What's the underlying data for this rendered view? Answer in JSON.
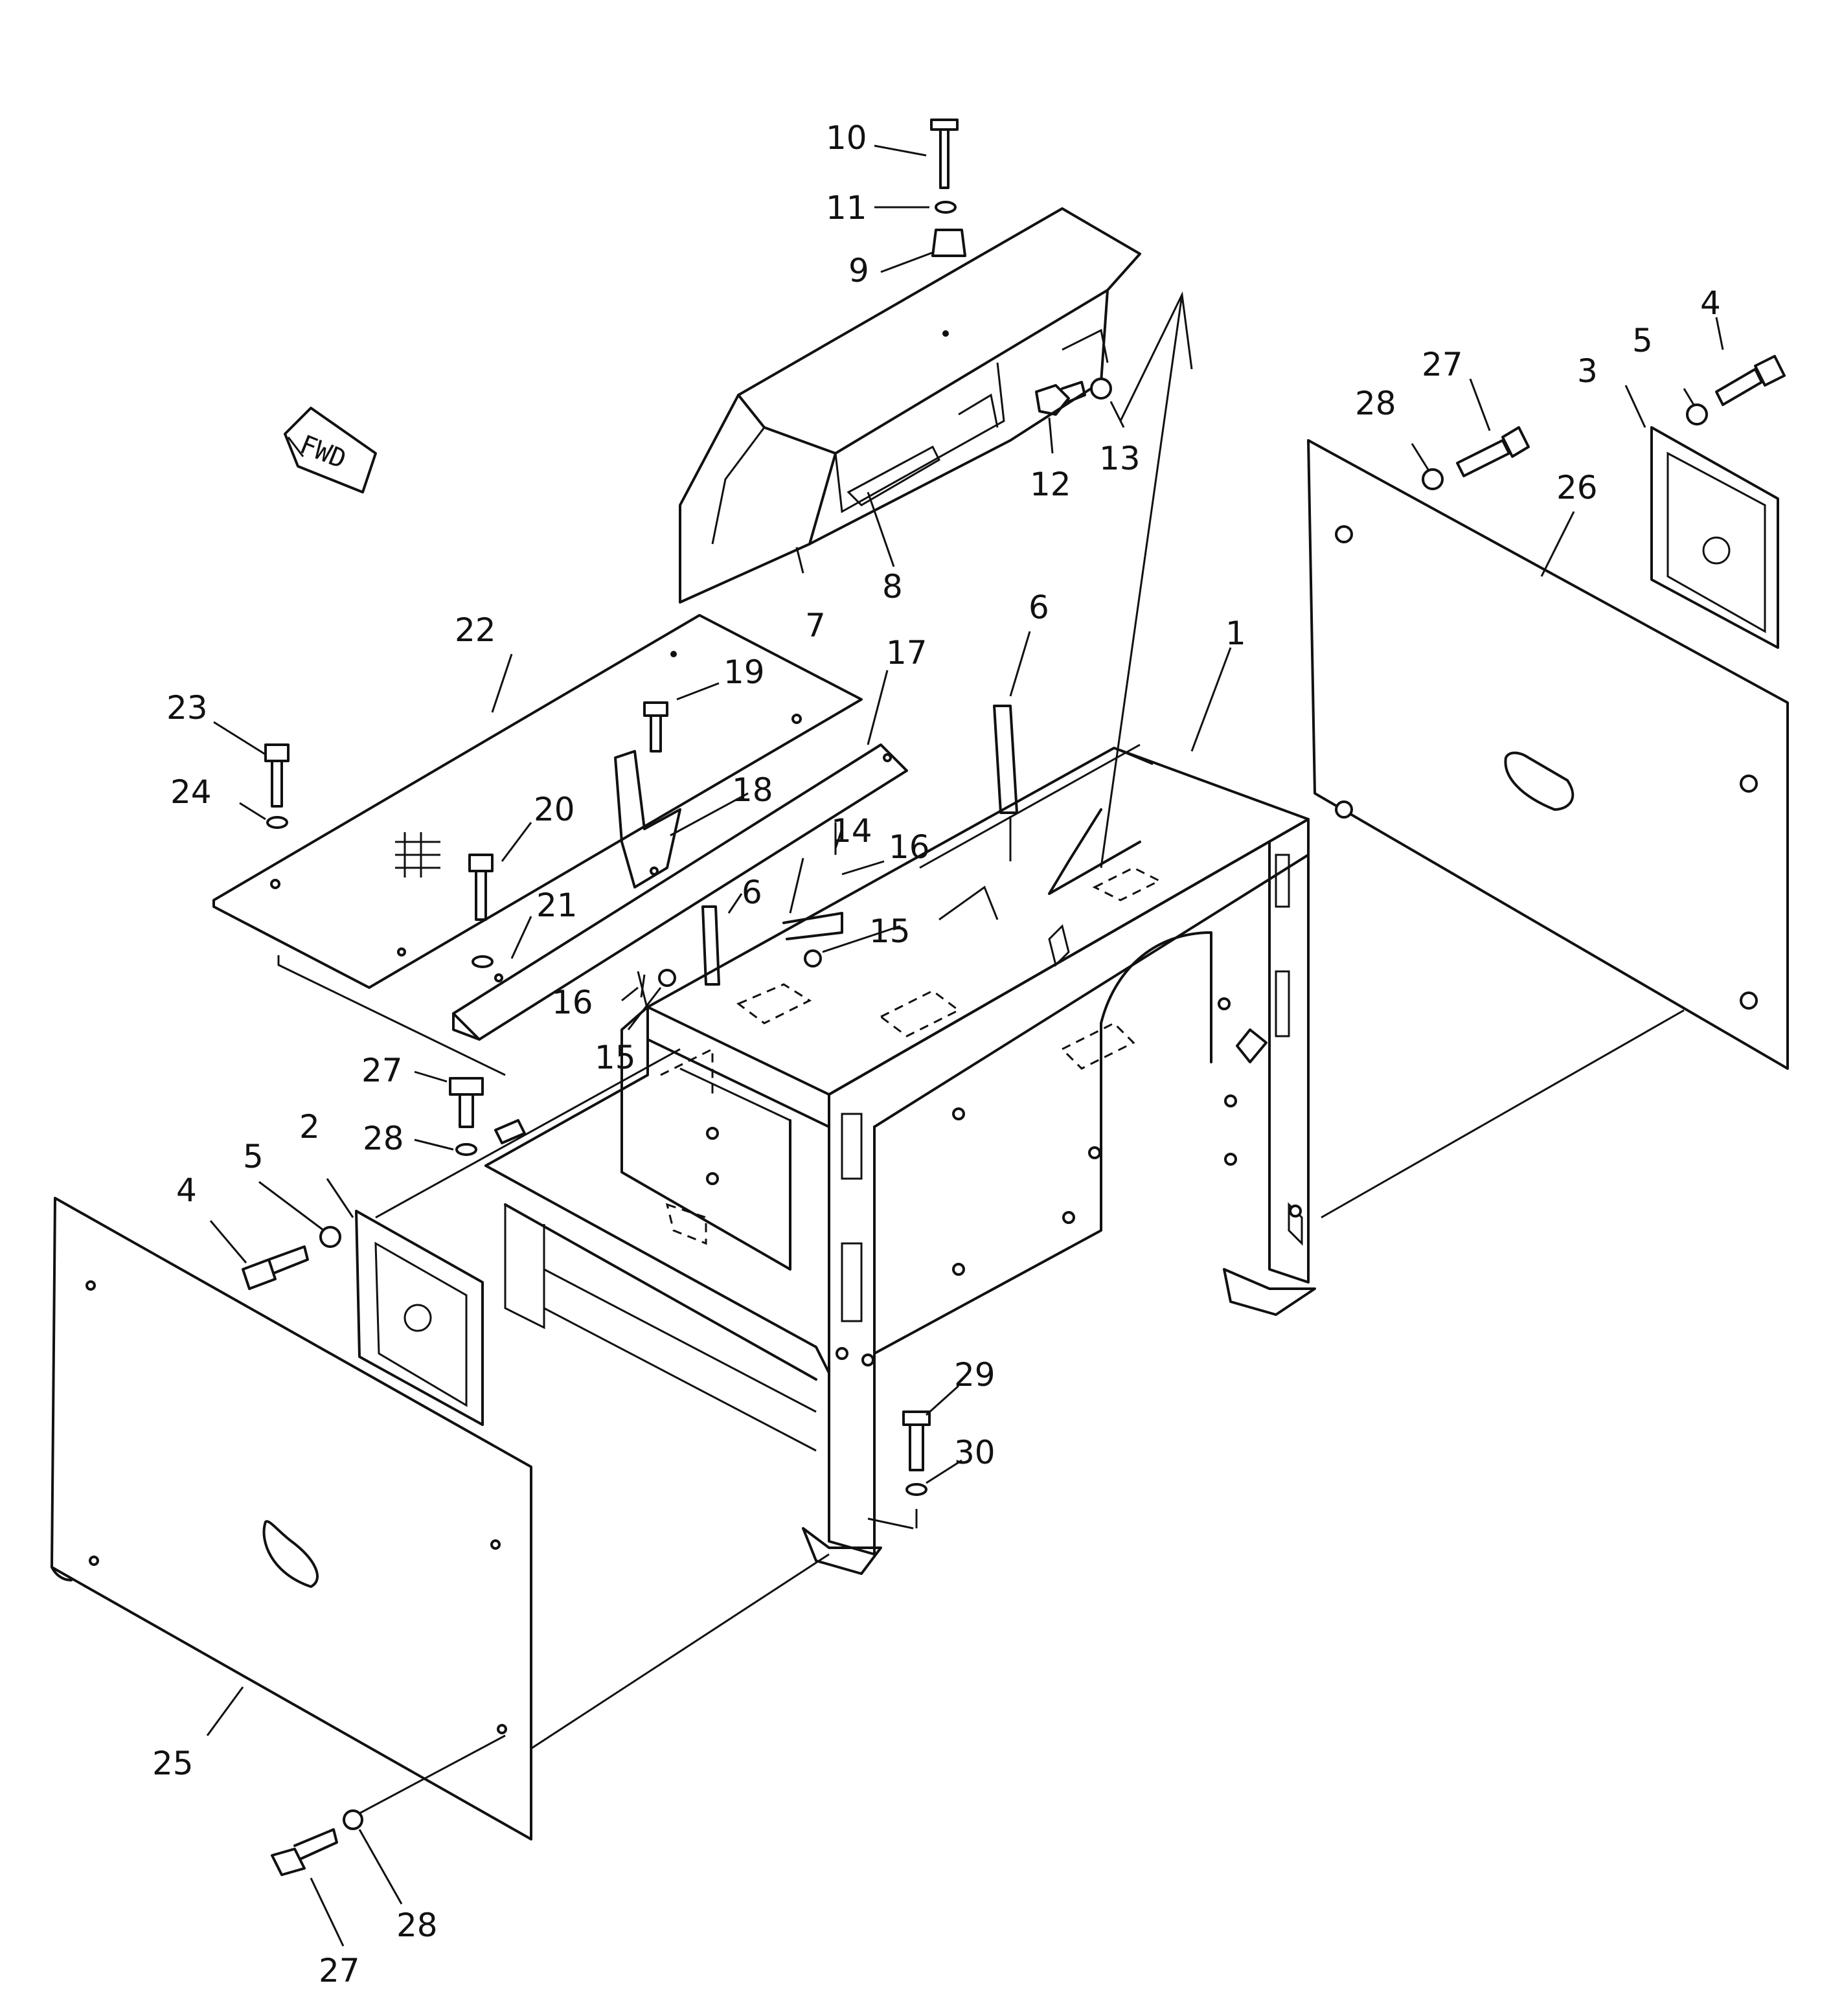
{
  "direction_label": "FWD",
  "callouts": [
    {
      "id": "c1",
      "text": "1"
    },
    {
      "id": "c2",
      "text": "2"
    },
    {
      "id": "c3",
      "text": "3"
    },
    {
      "id": "c4a",
      "text": "4"
    },
    {
      "id": "c4b",
      "text": "4"
    },
    {
      "id": "c5a",
      "text": "5"
    },
    {
      "id": "c5b",
      "text": "5"
    },
    {
      "id": "c6a",
      "text": "6"
    },
    {
      "id": "c6b",
      "text": "6"
    },
    {
      "id": "c7",
      "text": "7"
    },
    {
      "id": "c8",
      "text": "8"
    },
    {
      "id": "c9",
      "text": "9"
    },
    {
      "id": "c10",
      "text": "10"
    },
    {
      "id": "c11",
      "text": "11"
    },
    {
      "id": "c12",
      "text": "12"
    },
    {
      "id": "c13",
      "text": "13"
    },
    {
      "id": "c14",
      "text": "14"
    },
    {
      "id": "c15a",
      "text": "15"
    },
    {
      "id": "c15b",
      "text": "15"
    },
    {
      "id": "c16a",
      "text": "16"
    },
    {
      "id": "c16b",
      "text": "16"
    },
    {
      "id": "c17",
      "text": "17"
    },
    {
      "id": "c18",
      "text": "18"
    },
    {
      "id": "c19",
      "text": "19"
    },
    {
      "id": "c20",
      "text": "20"
    },
    {
      "id": "c21",
      "text": "21"
    },
    {
      "id": "c22",
      "text": "22"
    },
    {
      "id": "c23",
      "text": "23"
    },
    {
      "id": "c24",
      "text": "24"
    },
    {
      "id": "c25",
      "text": "25"
    },
    {
      "id": "c26",
      "text": "26"
    },
    {
      "id": "c27a",
      "text": "27"
    },
    {
      "id": "c27b",
      "text": "27"
    },
    {
      "id": "c27c",
      "text": "27"
    },
    {
      "id": "c28a",
      "text": "28"
    },
    {
      "id": "c28b",
      "text": "28"
    },
    {
      "id": "c28c",
      "text": "28"
    },
    {
      "id": "c29",
      "text": "29"
    },
    {
      "id": "c30",
      "text": "30"
    }
  ]
}
